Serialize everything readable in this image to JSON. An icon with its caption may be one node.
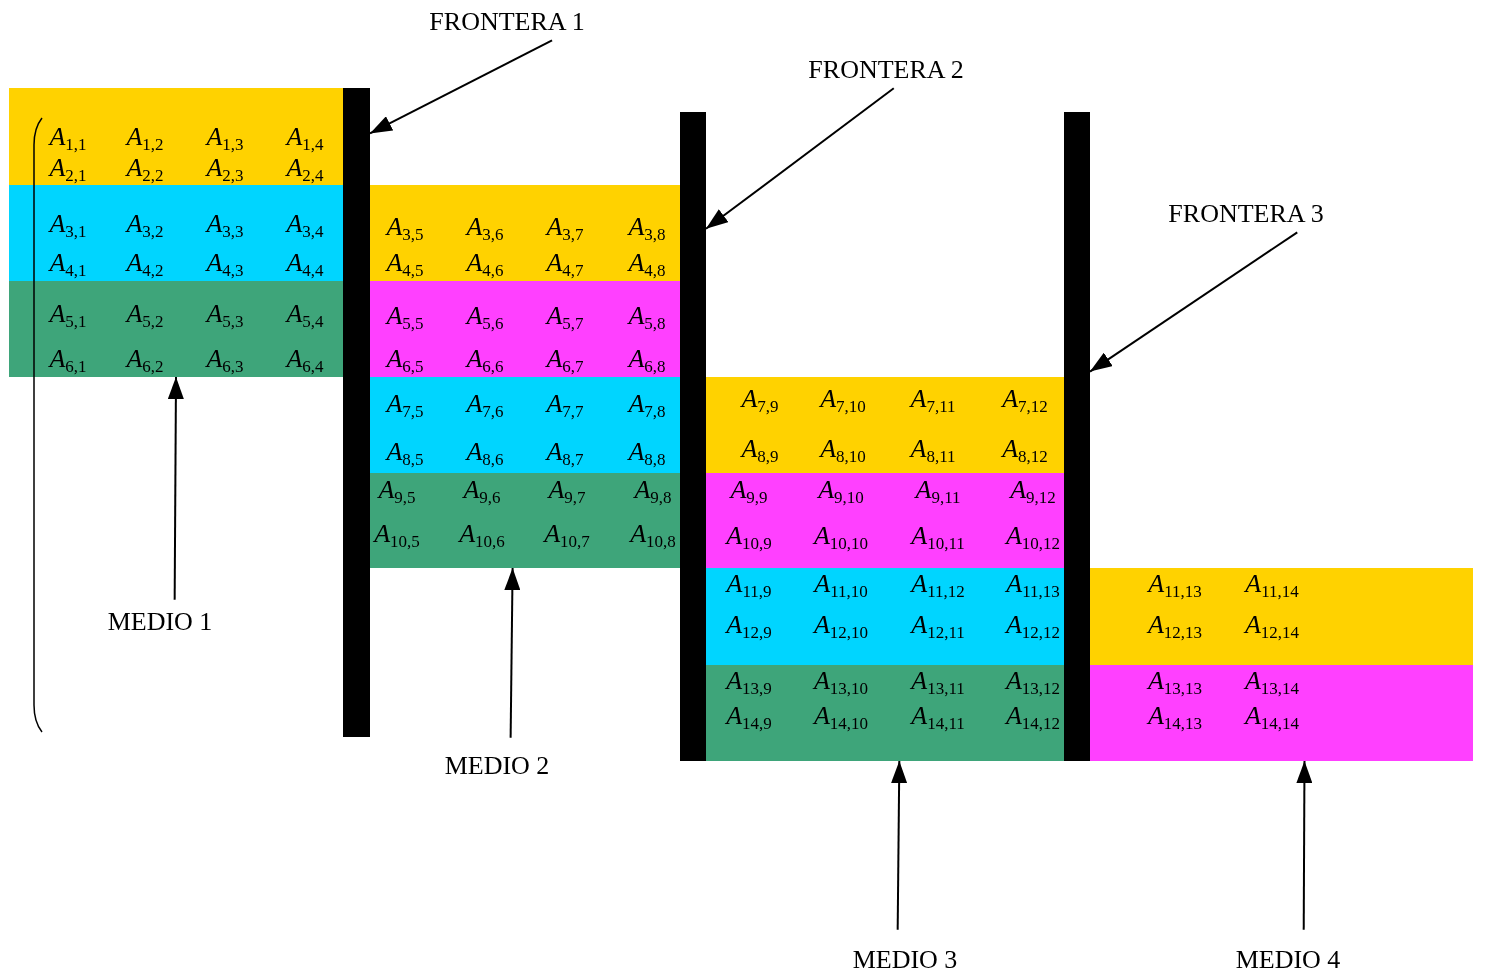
{
  "diagram": {
    "nodes": [
      {
        "text": [],
        "shape": "box"
      },
      {
        "text": [
          "*A*$_{1,1}$",
          "*A*$_{1,2}$",
          "*A*$_{1,3}$",
          "*A*$_{1,4}$",
          "*A*$_{2,1}$",
          "*A*$_{2,2}$",
          "*A*$_{2,3}$",
          "*A*$_{2,4}$"
        ],
        "in": 0
      },
      {
        "text": [
          "*A*$_{3,1}$",
          "*A*$_{3,2}$",
          "*A*$_{3,3}$",
          "*A*$_{3,4}$",
          "*A*$_{4,1}$",
          "*A*$_{4,2}$",
          "*A*$_{4,3}$",
          "*A*$_{4,4}$"
        ],
        "in": 0
      },
      {
        "text": [
          "*A*$_{5,1}$",
          "*A*$_{5,2}$",
          "*A*$_{5,3}$",
          "*A*$_{5,4}$",
          "*A*$_{6,1}$",
          "*A*$_{6,2}$",
          "*A*$_{6,3}$",
          "*A*$_{6,4}$"
        ],
        "in": 0
      },
      {
        "text": [],
        "shape": "box"
      },
      {
        "text": [
          "*A*$_{3,5}$",
          "*A*$_{3,6}$",
          "*A*$_{3,7}$",
          "*A*$_{3,8}$",
          "*A*$_{4,5}$",
          "*A*$_{4,6}$",
          "*A*$_{4,7}$",
          "*A*$_{4,8}$"
        ],
        "in": 4
      },
      {
        "text": [
          "*A*$_{5,5}$",
          "*A*$_{5,6}$",
          "*A*$_{5,7}$",
          "*A*$_{5,8}$",
          "*A*$_{6,5}$",
          "*A*$_{6,6}$",
          "*A*$_{6,7}$",
          "*A*$_{6,8}$"
        ],
        "in": 4
      },
      {
        "text": [
          "*A*$_{7,5}$",
          "*A*$_{7,6}$",
          "*A*$_{7,7}$",
          "*A*$_{7,8}$",
          "*A*$_{8,5}$",
          "*A*$_{8,6}$",
          "*A*$_{8,7}$",
          "*A*$_{8,8}$"
        ],
        "in": 4
      },
      {
        "text": [
          "*A*$_{9,5}$",
          "*A*$_{9,6}$",
          "*A*$_{9,7}$",
          "*A*$_{9,8}$",
          "*A*$_{10,5}$",
          "*A*$_{10,6}$",
          "*A*$_{10,7}$",
          "*A*$_{10,8}$"
        ],
        "in": 4
      },
      {
        "text": [],
        "shape": "box"
      },
      {
        "text": [
          "*A*$_{7,9}$",
          "*A*$_{7,10}$",
          "*A*$_{7,11}$",
          "*A*$_{7,12}$",
          "*A*$_{8,9}$",
          "*A*$_{8,10}$",
          "*A*$_{8,11}$",
          "*A*$_{8,12}$"
        ],
        "in": 9
      },
      {
        "text": [
          "*A*$_{9,9}$",
          "*A*$_{9,10}$",
          "*A*$_{9,11}$",
          "*A*$_{9,12}$",
          "*A*$_{10,9}$",
          "*A*$_{10,10}$",
          "*A*$_{10,11}$",
          "*A*$_{10,12}$"
        ],
        "in": 9
      },
      {
        "text": [
          "*A*$_{11,9}$",
          "*A*$_{11,10}$",
          "*A*$_{11,12}$",
          "*A*$_{11,13}$",
          "*A*$_{12,9}$",
          "*A*$_{12,10}$",
          "*A*$_{12,11}$",
          "*A*$_{12,12}$"
        ],
        "in": 9
      },
      {
        "text": [
          "*A*$_{13,9}$",
          "*A*$_{13,10}$",
          "*A*$_{13,11}$",
          "*A*$_{13,12}$",
          "*A*$_{14,9}$",
          "*A*$_{14,10}$",
          "*A*$_{14,11}$",
          "*A*$_{14,12}$"
        ],
        "in": 9
      },
      {
        "text": [],
        "shape": "box"
      },
      {
        "text": [
          "*A*$_{11,13}$",
          "*A*$_{11,14}$",
          "*A*$_{12,13}$",
          "*A*$_{12,14}$"
        ],
        "in": 14
      },
      {
        "text": [
          "*A*$_{13,13}$",
          "*A*$_{13,14}$",
          "*A*$_{14,13}$",
          "*A*$_{14,14}$"
        ],
        "in": 14
      },
      {
        "text": [],
        "shape": "bar"
      },
      {
        "text": [],
        "shape": "bar"
      },
      {
        "text": [],
        "shape": "bar"
      },
      {
        "text": [
          "FRONTERA  1"
        ]
      },
      {
        "text": [
          "FRONTERA 2"
        ]
      },
      {
        "text": [
          "FRONTERA 3"
        ]
      },
      {
        "text": [
          "MEDIO 1"
        ]
      },
      {
        "text": [
          "MEDIO 2"
        ]
      },
      {
        "text": [
          "MEDIO 3"
        ]
      },
      {
        "text": [
          "MEDIO 4"
        ]
      }
    ],
    "edges": [
      {
        "from": 20,
        "to": 17,
        "arrow": "to"
      },
      {
        "from": 21,
        "to": 18,
        "arrow": "to"
      },
      {
        "from": 22,
        "to": 19,
        "arrow": "to"
      },
      {
        "from": 23,
        "to": 0,
        "arrow": "to"
      },
      {
        "from": 24,
        "to": 8,
        "arrow": "to"
      },
      {
        "from": 25,
        "to": 13,
        "arrow": "to"
      },
      {
        "from": 26,
        "to": 16,
        "arrow": "to"
      }
    ]
  }
}
